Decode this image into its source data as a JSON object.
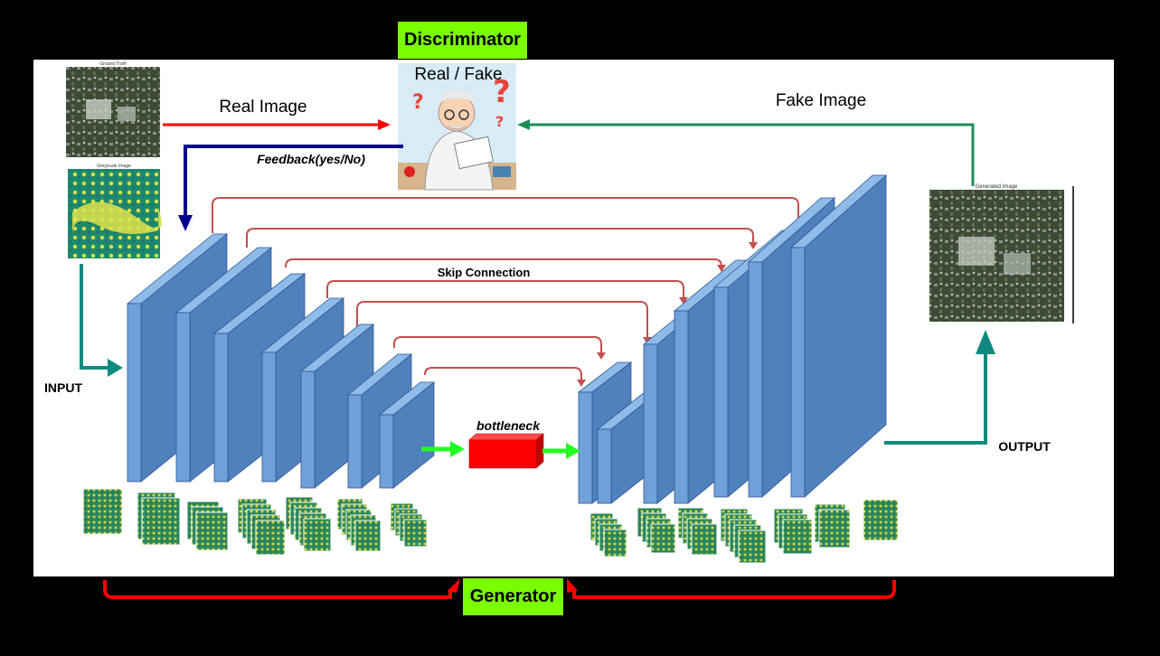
{
  "discriminator": {
    "badge_label": "Discriminator",
    "verdict_label": "Real / Fake"
  },
  "generator": {
    "badge_label": "Generator"
  },
  "edges": {
    "real_image": "Real Image",
    "fake_image": "Fake Image",
    "feedback": "Feedback(yes/No)",
    "skip_connection": "Skip Connection"
  },
  "bottleneck_label": "bottleneck",
  "input_label": "INPUT",
  "output_label": "OUTPUT",
  "thumbnails": {
    "ground_truth_caption": "Ground Truth",
    "greyscale_caption": "Greyscale Image",
    "generated_caption": "Generated Image"
  },
  "colors": {
    "layer_face": "#4f81bd",
    "layer_side": "#6fa0d8",
    "layer_top": "#8fbbe8",
    "skip_arrow": "#c0504d",
    "real_arrow": "#ff0000",
    "fake_arrow": "#1e8c5a",
    "feedback_arrow": "#00008b",
    "input_output_arrow": "#0f8a80",
    "bottleneck": "#ff0000",
    "green_arrow": "#22ff22",
    "badge": "#7cfc00"
  }
}
